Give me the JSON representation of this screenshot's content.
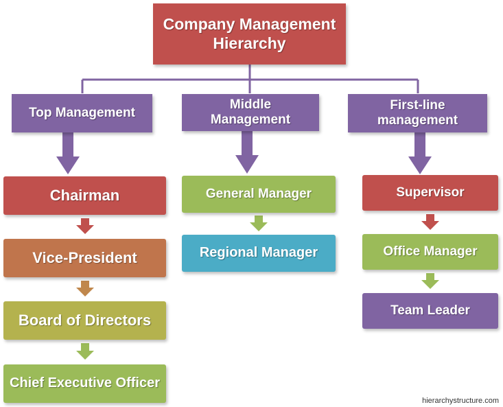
{
  "title": {
    "line1": "Company Management",
    "line2": "Hierarchy"
  },
  "columns": [
    {
      "header": {
        "line1": "Top Management"
      },
      "items": [
        "Chairman",
        "Vice-President",
        "Board of Directors",
        "Chief Executive Officer"
      ]
    },
    {
      "header": {
        "line1": "Middle",
        "line2": "Management"
      },
      "items": [
        "General Manager",
        "Regional Manager"
      ]
    },
    {
      "header": {
        "line1": "First-line",
        "line2": "management"
      },
      "items": [
        "Supervisor",
        "Office Manager",
        "Team Leader"
      ]
    }
  ],
  "credit": "hierarchystructure.com",
  "colors": {
    "title": "#c0504d",
    "header": "#8064a2",
    "connector": "#8064a2",
    "red": "#c0504d",
    "orange": "#c0754c",
    "olive": "#b4b24e",
    "green": "#9bbb59",
    "teal": "#4bacc6",
    "purple": "#8064a2"
  }
}
